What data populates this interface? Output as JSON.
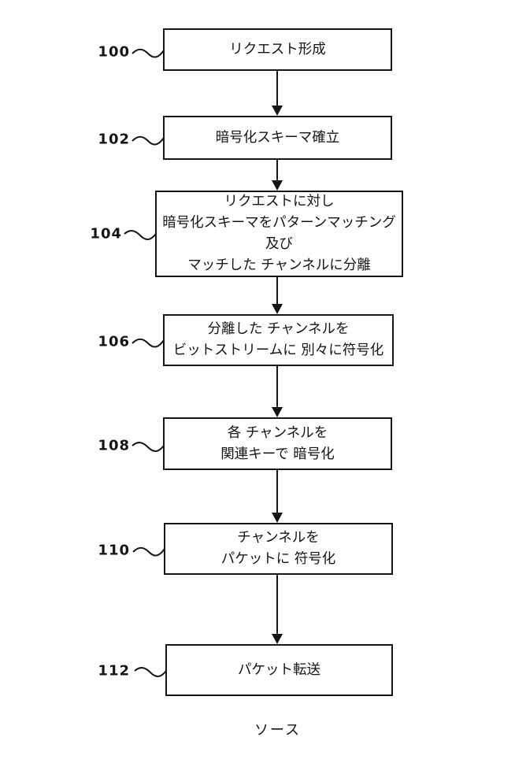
{
  "figure": {
    "caption": "ソース",
    "colors": {
      "ink": "#161616",
      "background": "#ffffff"
    },
    "steps": [
      {
        "ref": "100",
        "lines": [
          "リクエスト形成"
        ]
      },
      {
        "ref": "102",
        "lines": [
          "暗号化スキーマ確立"
        ]
      },
      {
        "ref": "104",
        "lines": [
          "リクエストに対し",
          "暗号化スキーマをパターンマッチング",
          "及び",
          "マッチした チャンネルに分離"
        ]
      },
      {
        "ref": "106",
        "lines": [
          "分離した チャンネルを",
          "ビットストリームに 別々に符号化"
        ]
      },
      {
        "ref": "108",
        "lines": [
          "各 チャンネルを",
          "関連キーで 暗号化"
        ]
      },
      {
        "ref": "110",
        "lines": [
          "チャンネルを",
          "パケットに 符号化"
        ]
      },
      {
        "ref": "112",
        "lines": [
          "パケット転送"
        ]
      }
    ]
  }
}
